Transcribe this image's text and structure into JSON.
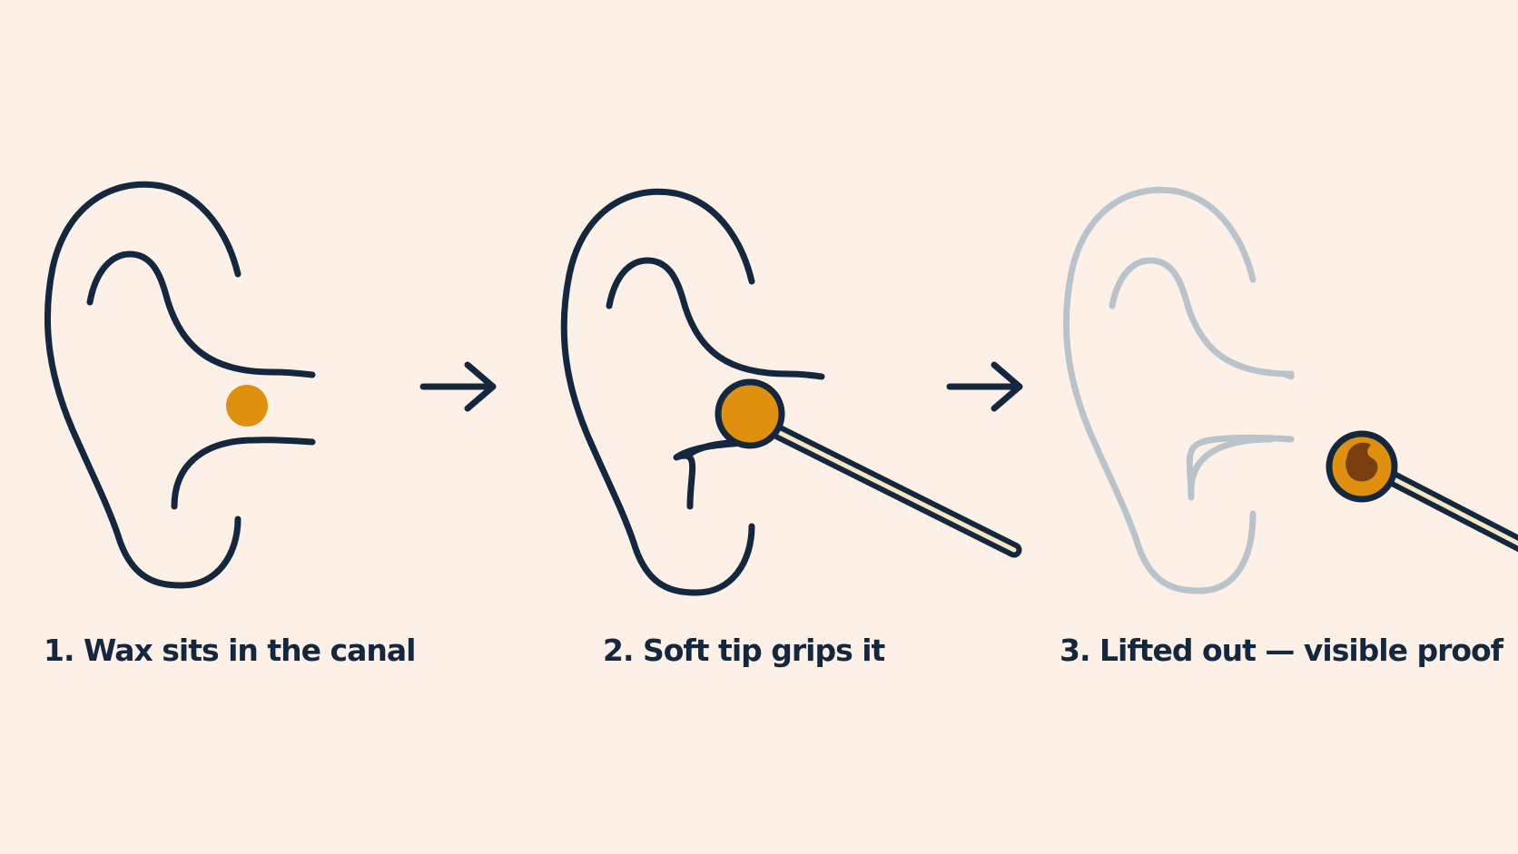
{
  "steps": [
    {
      "caption": "1. Wax sits in the canal"
    },
    {
      "caption": "2. Soft tip grips it"
    },
    {
      "caption": "3. Lifted out — visible proof"
    }
  ],
  "colors": {
    "background": "#fdf0e7",
    "line": "#13283e",
    "faded_line": "#b9c3cc",
    "wax": "#e0900f",
    "wax_dark": "#7a3f10",
    "swab_stick": "#f4e7c5"
  },
  "icons": [
    "ear-icon",
    "wax-blob-icon",
    "arrow-right-icon",
    "swab-icon"
  ]
}
